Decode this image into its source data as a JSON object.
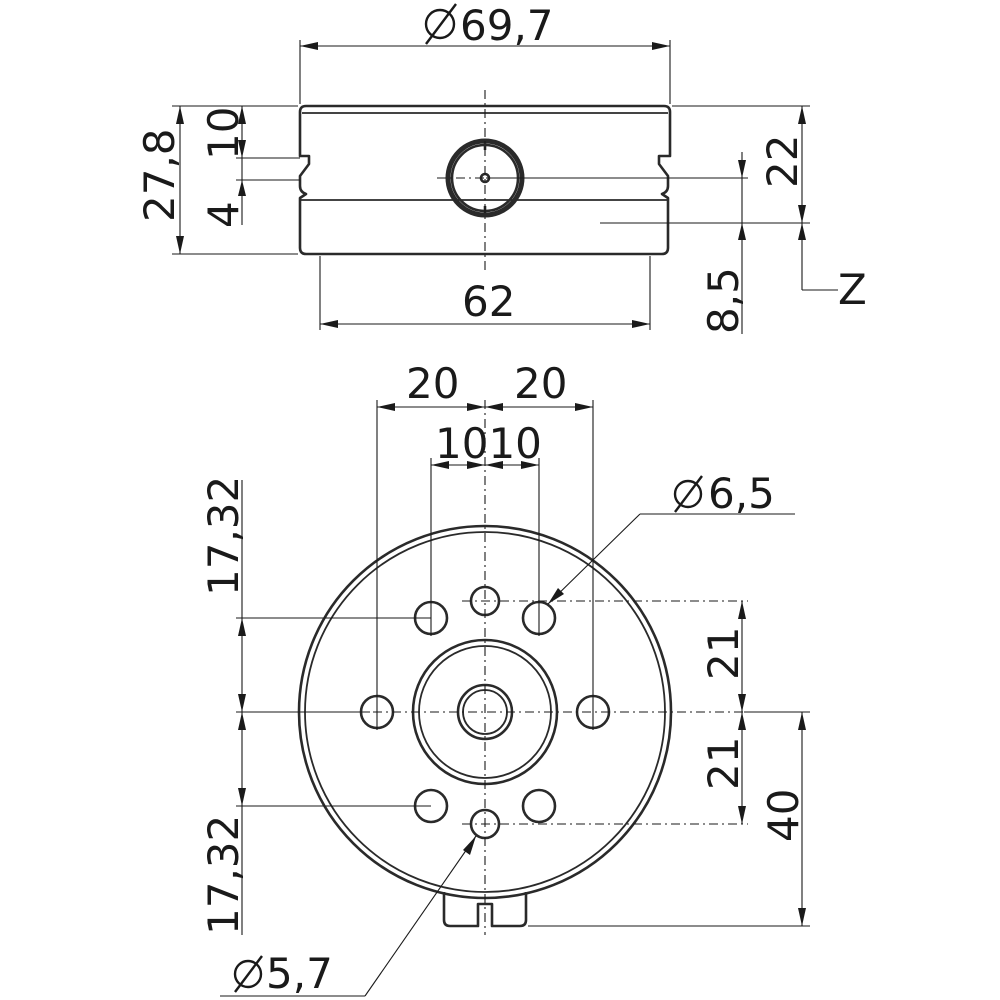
{
  "top_view": {
    "dim_diameter_outer": "69,7",
    "dim_height_total": "27,8",
    "dim_groove_upper": "10",
    "dim_groove_width": "4",
    "dim_height_22": "22",
    "dim_width_62": "62",
    "dim_height_8_5": "8,5",
    "label_z": "Z"
  },
  "bottom_view": {
    "dim_left_20": "20",
    "dim_right_20": "20",
    "dim_10_10": "1010",
    "dim_hole_diameter_upper": "6,5",
    "dim_upper_17_32": "17,32",
    "dim_lower_17_32": "17,32",
    "dim_21_upper": "21",
    "dim_21_lower": "21",
    "dim_40": "40",
    "dim_hole_diameter_lower": "5,7"
  }
}
